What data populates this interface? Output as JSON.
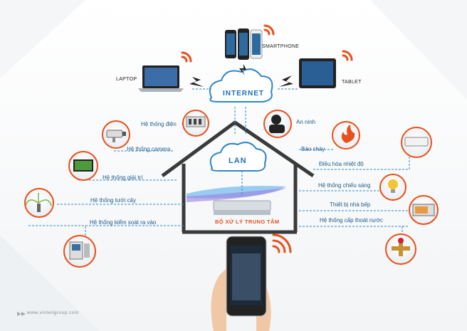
{
  "colors": {
    "accent": "#e8501c",
    "primary": "#1f6fb0",
    "house": "#3a3a3a",
    "dashed": "#2f86c9"
  },
  "cloud": {
    "internet": "INTERNET",
    "lan": "LAN"
  },
  "devices": {
    "laptop": "LAPTOP",
    "smartphone": "SMARTPHONE",
    "tablet": "TABLET"
  },
  "central": {
    "label": "BỘ XỬ LÝ TRUNG TÂM"
  },
  "systems_left": [
    {
      "label": "Hệ thống điện",
      "icon": "switch-panel-icon"
    },
    {
      "label": "Hệ thống camera",
      "icon": "camera-icon"
    },
    {
      "label": "Hệ thống giải trí",
      "icon": "tv-icon"
    },
    {
      "label": "Hệ thống tưới cây",
      "icon": "sprinkler-icon"
    },
    {
      "label": "Hệ thống kiểm soát ra vào",
      "icon": "intercom-icon"
    }
  ],
  "systems_right": [
    {
      "label": "An ninh",
      "icon": "security-guard-icon"
    },
    {
      "label": "Báo cháy",
      "icon": "fire-icon"
    },
    {
      "label": "Điều hòa nhiệt độ",
      "icon": "air-conditioner-icon"
    },
    {
      "label": "Hệ thống chiếu sáng",
      "icon": "lightbulb-icon"
    },
    {
      "label": "Thiết bị nhà bếp",
      "icon": "microwave-icon"
    },
    {
      "label": "Hệ thống cấp thoát nước",
      "icon": "water-valve-icon"
    }
  ],
  "footer": "www.vinteligroup.com"
}
